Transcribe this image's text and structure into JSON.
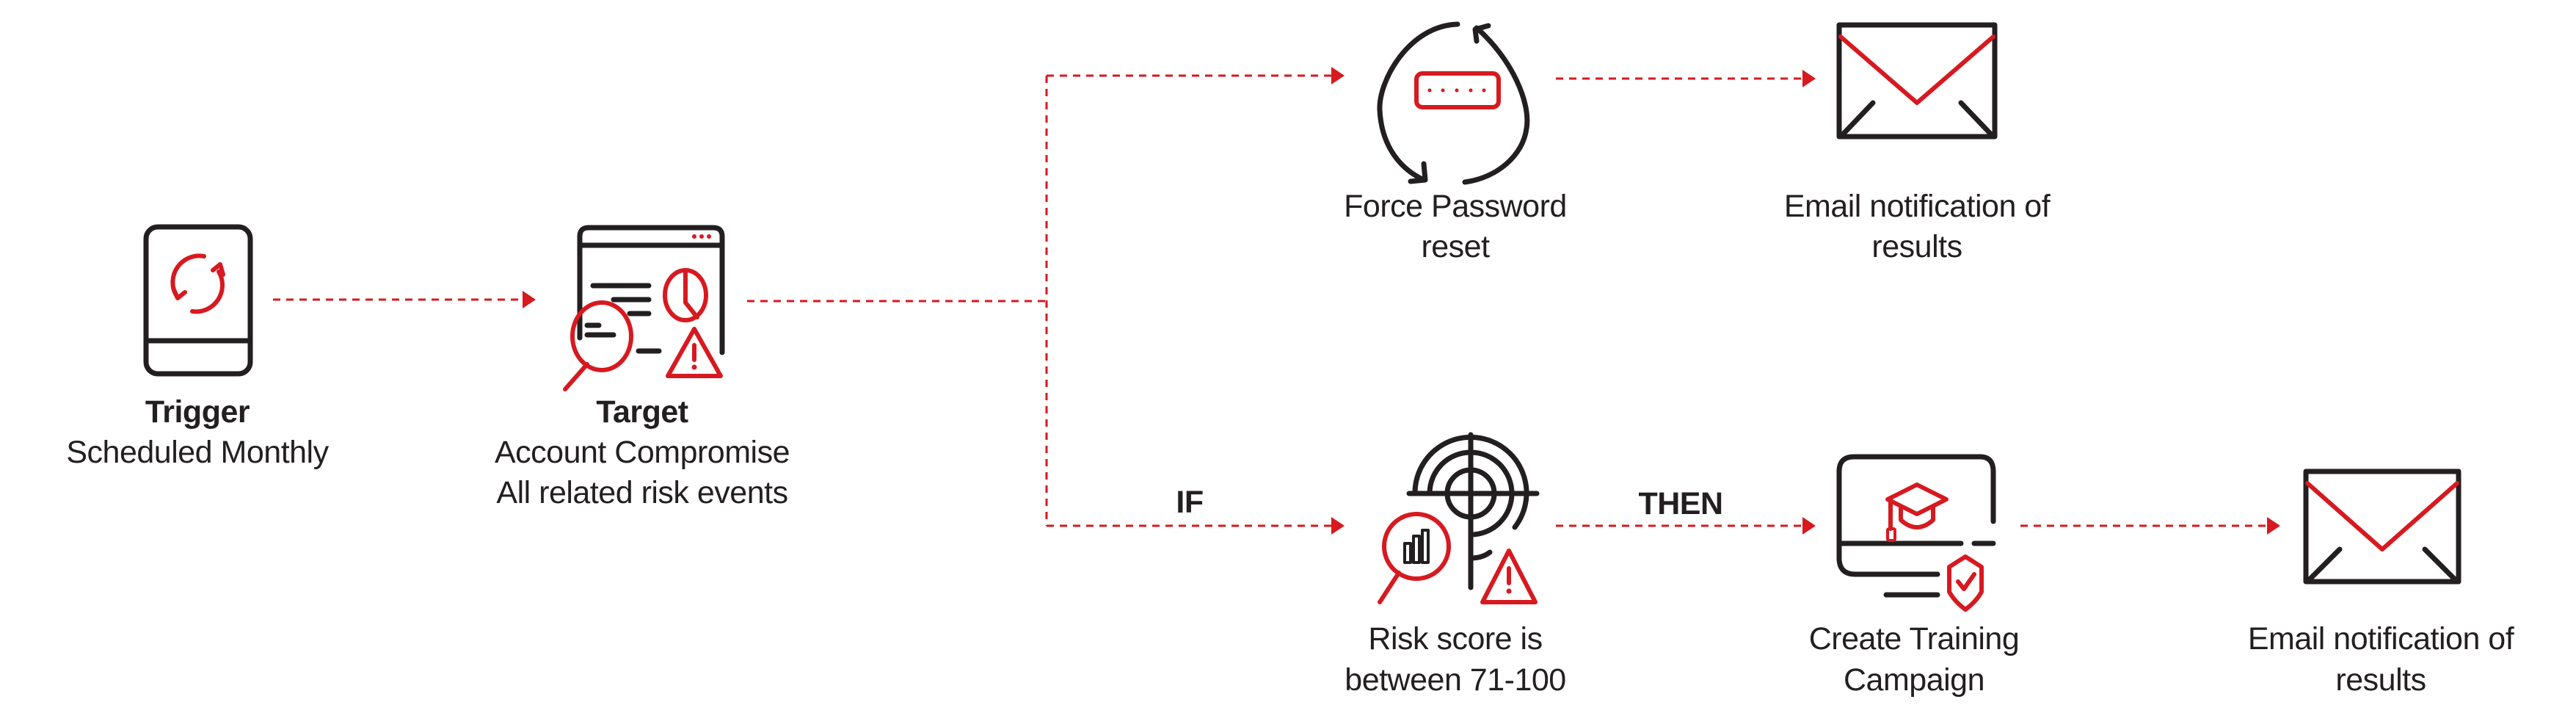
{
  "colors": {
    "accent": "#d71920",
    "ink": "#231f20",
    "background": "#ffffff"
  },
  "trigger": {
    "title": "Trigger",
    "subtitle": "Scheduled Monthly",
    "icon": "phone-refresh-icon"
  },
  "target": {
    "title": "Target",
    "line1": "Account Compromise",
    "line2": "All related risk events",
    "icon": "dashboard-search-warning-icon"
  },
  "branch_top": {
    "action": {
      "line1": "Force Password",
      "line2": "reset",
      "icon": "password-reset-icon"
    },
    "notify": {
      "line1": "Email notification of",
      "line2": "results",
      "icon": "envelope-icon"
    }
  },
  "branch_bottom": {
    "if_label": "IF",
    "then_label": "THEN",
    "condition": {
      "line1": "Risk score is",
      "line2": "between 71-100",
      "icon": "risk-target-icon"
    },
    "action": {
      "line1": "Create Training",
      "line2": "Campaign",
      "icon": "training-monitor-icon"
    },
    "notify": {
      "line1": "Email notification of",
      "line2": "results",
      "icon": "envelope-icon"
    }
  }
}
